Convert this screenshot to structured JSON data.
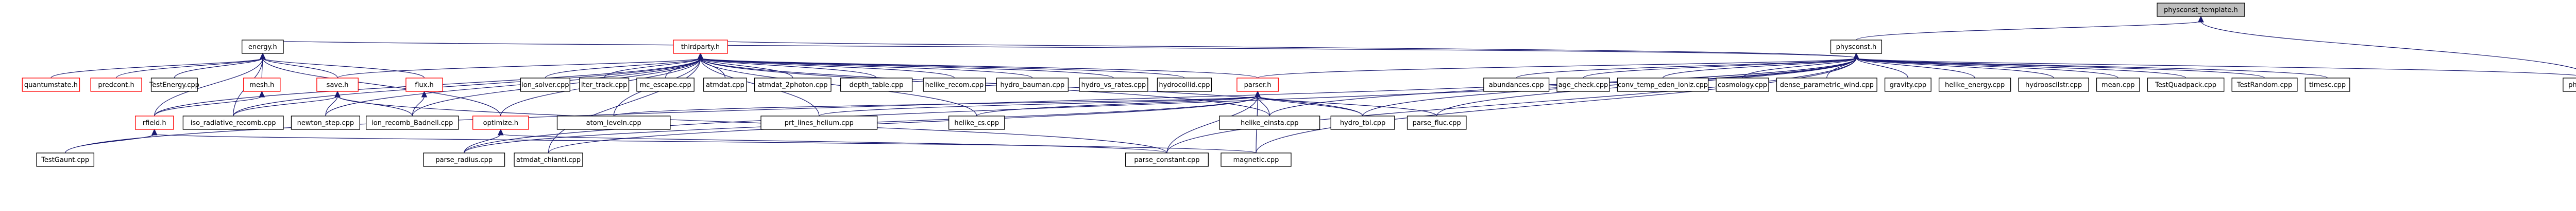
{
  "graph": {
    "title": "physconst_template.h",
    "colors": {
      "edge": "#191970",
      "truncated_border": "#ff0000",
      "root_fill": "#bfbfbf"
    },
    "nodes": [
      {
        "id": "physconst_template_h",
        "label": "physconst_template.h",
        "kind": "root"
      },
      {
        "id": "physconst_h",
        "label": "physconst.h",
        "kind": "normal"
      },
      {
        "id": "physconst_cpp",
        "label": "physconst.cpp",
        "kind": "normal"
      },
      {
        "id": "energy_h",
        "label": "energy.h",
        "kind": "normal"
      },
      {
        "id": "thirdparty_h",
        "label": "thirdparty.h",
        "kind": "truncated"
      },
      {
        "id": "quantumstate_h",
        "label": "quantumstate.h",
        "kind": "truncated"
      },
      {
        "id": "predcont_h",
        "label": "predcont.h",
        "kind": "truncated"
      },
      {
        "id": "TestEnergy_cpp",
        "label": "TestEnergy.cpp",
        "kind": "normal"
      },
      {
        "id": "mesh_h",
        "label": "mesh.h",
        "kind": "truncated"
      },
      {
        "id": "save_h",
        "label": "save.h",
        "kind": "truncated"
      },
      {
        "id": "flux_h",
        "label": "flux.h",
        "kind": "truncated"
      },
      {
        "id": "ion_solver_cpp",
        "label": "ion_solver.cpp",
        "kind": "normal"
      },
      {
        "id": "iter_track_cpp",
        "label": "iter_track.cpp",
        "kind": "normal"
      },
      {
        "id": "mc_escape_cpp",
        "label": "mc_escape.cpp",
        "kind": "normal"
      },
      {
        "id": "atmdat_cpp",
        "label": "atmdat.cpp",
        "kind": "normal"
      },
      {
        "id": "atmdat_2photon_cpp",
        "label": "atmdat_2photon.cpp",
        "kind": "normal"
      },
      {
        "id": "depth_table_cpp",
        "label": "depth_table.cpp",
        "kind": "normal"
      },
      {
        "id": "helike_recom_cpp",
        "label": "helike_recom.cpp",
        "kind": "normal"
      },
      {
        "id": "hydro_bauman_cpp",
        "label": "hydro_bauman.cpp",
        "kind": "normal"
      },
      {
        "id": "hydro_vs_rates_cpp",
        "label": "hydro_vs_rates.cpp",
        "kind": "normal"
      },
      {
        "id": "hydrocollid_cpp",
        "label": "hydrocollid.cpp",
        "kind": "normal"
      },
      {
        "id": "parser_h",
        "label": "parser.h",
        "kind": "truncated"
      },
      {
        "id": "abundances_cpp",
        "label": "abundances.cpp",
        "kind": "normal"
      },
      {
        "id": "age_check_cpp",
        "label": "age_check.cpp",
        "kind": "normal"
      },
      {
        "id": "conv_temp_eden_ioniz_cpp",
        "label": "conv_temp_eden_ioniz.cpp",
        "kind": "normal"
      },
      {
        "id": "cosmology_cpp",
        "label": "cosmology.cpp",
        "kind": "normal"
      },
      {
        "id": "dense_parametric_wind_cpp",
        "label": "dense_parametric_wind.cpp",
        "kind": "normal"
      },
      {
        "id": "gravity_cpp",
        "label": "gravity.cpp",
        "kind": "normal"
      },
      {
        "id": "helike_energy_cpp",
        "label": "helike_energy.cpp",
        "kind": "normal"
      },
      {
        "id": "hydrooscilstr_cpp",
        "label": "hydrooscilstr.cpp",
        "kind": "normal"
      },
      {
        "id": "mean_cpp",
        "label": "mean.cpp",
        "kind": "normal"
      },
      {
        "id": "TestQuadpack_cpp",
        "label": "TestQuadpack.cpp",
        "kind": "normal"
      },
      {
        "id": "TestRandom_cpp",
        "label": "TestRandom.cpp",
        "kind": "normal"
      },
      {
        "id": "timesc_cpp",
        "label": "timesc.cpp",
        "kind": "normal"
      },
      {
        "id": "rfield_h",
        "label": "rfield.h",
        "kind": "truncated"
      },
      {
        "id": "iso_radiative_recomb_cpp",
        "label": "iso_radiative_recomb.cpp",
        "kind": "normal"
      },
      {
        "id": "newton_step_cpp",
        "label": "newton_step.cpp",
        "kind": "normal"
      },
      {
        "id": "ion_recomb_Badnell_cpp",
        "label": "ion_recomb_Badnell.cpp",
        "kind": "normal"
      },
      {
        "id": "optimize_h",
        "label": "optimize.h",
        "kind": "truncated"
      },
      {
        "id": "atom_leveln_cpp",
        "label": "atom_leveln.cpp",
        "kind": "normal"
      },
      {
        "id": "prt_lines_helium_cpp",
        "label": "prt_lines_helium.cpp",
        "kind": "normal"
      },
      {
        "id": "helike_cs_cpp",
        "label": "helike_cs.cpp",
        "kind": "normal"
      },
      {
        "id": "helike_einsta_cpp",
        "label": "helike_einsta.cpp",
        "kind": "normal"
      },
      {
        "id": "hydro_tbl_cpp",
        "label": "hydro_tbl.cpp",
        "kind": "normal"
      },
      {
        "id": "parse_fluc_cpp",
        "label": "parse_fluc.cpp",
        "kind": "normal"
      },
      {
        "id": "TestGaunt_cpp",
        "label": "TestGaunt.cpp",
        "kind": "normal"
      },
      {
        "id": "parse_radius_cpp",
        "label": "parse_radius.cpp",
        "kind": "normal"
      },
      {
        "id": "atmdat_chianti_cpp",
        "label": "atmdat_chianti.cpp",
        "kind": "normal"
      },
      {
        "id": "parse_constant_cpp",
        "label": "parse_constant.cpp",
        "kind": "normal"
      },
      {
        "id": "magnetic_cpp",
        "label": "magnetic.cpp",
        "kind": "normal"
      }
    ],
    "edges": [
      [
        "physconst_h",
        "physconst_template_h"
      ],
      [
        "physconst_cpp",
        "physconst_template_h"
      ],
      [
        "energy_h",
        "physconst_h"
      ],
      [
        "thirdparty_h",
        "physconst_h"
      ],
      [
        "parser_h",
        "physconst_h"
      ],
      [
        "abundances_cpp",
        "physconst_h"
      ],
      [
        "age_check_cpp",
        "physconst_h"
      ],
      [
        "conv_temp_eden_ioniz_cpp",
        "physconst_h"
      ],
      [
        "cosmology_cpp",
        "physconst_h"
      ],
      [
        "dense_parametric_wind_cpp",
        "physconst_h"
      ],
      [
        "gravity_cpp",
        "physconst_h"
      ],
      [
        "helike_energy_cpp",
        "physconst_h"
      ],
      [
        "hydrooscilstr_cpp",
        "physconst_h"
      ],
      [
        "mean_cpp",
        "physconst_h"
      ],
      [
        "TestQuadpack_cpp",
        "physconst_h"
      ],
      [
        "TestRandom_cpp",
        "physconst_h"
      ],
      [
        "timesc_cpp",
        "physconst_h"
      ],
      [
        "physconst_cpp",
        "physconst_h"
      ],
      [
        "TestGaunt_cpp",
        "physconst_h"
      ],
      [
        "parse_radius_cpp",
        "physconst_h"
      ],
      [
        "parse_constant_cpp",
        "physconst_h"
      ],
      [
        "magnetic_cpp",
        "physconst_h"
      ],
      [
        "hydro_tbl_cpp",
        "physconst_h"
      ],
      [
        "parse_fluc_cpp",
        "physconst_h"
      ],
      [
        "helike_einsta_cpp",
        "physconst_h"
      ],
      [
        "quantumstate_h",
        "energy_h"
      ],
      [
        "predcont_h",
        "energy_h"
      ],
      [
        "TestEnergy_cpp",
        "energy_h"
      ],
      [
        "mesh_h",
        "energy_h"
      ],
      [
        "save_h",
        "energy_h"
      ],
      [
        "flux_h",
        "energy_h"
      ],
      [
        "rfield_h",
        "energy_h"
      ],
      [
        "optimize_h",
        "energy_h"
      ],
      [
        "iso_radiative_recomb_cpp",
        "energy_h"
      ],
      [
        "ion_solver_cpp",
        "thirdparty_h"
      ],
      [
        "iter_track_cpp",
        "thirdparty_h"
      ],
      [
        "mc_escape_cpp",
        "thirdparty_h"
      ],
      [
        "atmdat_cpp",
        "thirdparty_h"
      ],
      [
        "atmdat_2photon_cpp",
        "thirdparty_h"
      ],
      [
        "depth_table_cpp",
        "thirdparty_h"
      ],
      [
        "helike_recom_cpp",
        "thirdparty_h"
      ],
      [
        "hydro_bauman_cpp",
        "thirdparty_h"
      ],
      [
        "hydro_vs_rates_cpp",
        "thirdparty_h"
      ],
      [
        "hydrocollid_cpp",
        "thirdparty_h"
      ],
      [
        "parser_h",
        "thirdparty_h"
      ],
      [
        "save_h",
        "thirdparty_h"
      ],
      [
        "rfield_h",
        "thirdparty_h"
      ],
      [
        "iso_radiative_recomb_cpp",
        "thirdparty_h"
      ],
      [
        "newton_step_cpp",
        "thirdparty_h"
      ],
      [
        "ion_recomb_Badnell_cpp",
        "thirdparty_h"
      ],
      [
        "optimize_h",
        "thirdparty_h"
      ],
      [
        "atom_leveln_cpp",
        "thirdparty_h"
      ],
      [
        "prt_lines_helium_cpp",
        "thirdparty_h"
      ],
      [
        "helike_cs_cpp",
        "thirdparty_h"
      ],
      [
        "helike_einsta_cpp",
        "thirdparty_h"
      ],
      [
        "hydro_tbl_cpp",
        "thirdparty_h"
      ],
      [
        "atmdat_chianti_cpp",
        "thirdparty_h"
      ],
      [
        "rfield_h",
        "mesh_h"
      ],
      [
        "iso_radiative_recomb_cpp",
        "save_h"
      ],
      [
        "newton_step_cpp",
        "save_h"
      ],
      [
        "ion_recomb_Badnell_cpp",
        "save_h"
      ],
      [
        "parse_constant_cpp",
        "save_h"
      ],
      [
        "ion_recomb_Badnell_cpp",
        "flux_h"
      ],
      [
        "TestGaunt_cpp",
        "rfield_h"
      ],
      [
        "magnetic_cpp",
        "rfield_h"
      ],
      [
        "parse_radius_cpp",
        "optimize_h"
      ],
      [
        "parse_constant_cpp",
        "optimize_h"
      ],
      [
        "atom_leveln_cpp",
        "parser_h"
      ],
      [
        "prt_lines_helium_cpp",
        "parser_h"
      ],
      [
        "helike_cs_cpp",
        "parser_h"
      ],
      [
        "helike_einsta_cpp",
        "parser_h"
      ],
      [
        "hydro_tbl_cpp",
        "parser_h"
      ],
      [
        "parse_fluc_cpp",
        "parser_h"
      ],
      [
        "parse_radius_cpp",
        "parser_h"
      ],
      [
        "atmdat_chianti_cpp",
        "parser_h"
      ],
      [
        "parse_constant_cpp",
        "parser_h"
      ],
      [
        "magnetic_cpp",
        "parser_h"
      ]
    ]
  }
}
